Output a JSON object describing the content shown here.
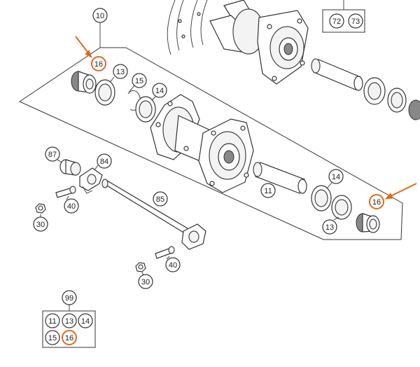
{
  "callouts": {
    "c10": "10",
    "c16_top": "16",
    "c13_top": "13",
    "c15_top": "15",
    "c14_top": "14",
    "c72": "72",
    "c73": "73",
    "c87": "87",
    "c84": "84",
    "c40_left": "40",
    "c30_left": "30",
    "c85": "85",
    "c11": "11",
    "c14_right": "14",
    "c16_right": "16",
    "c13_right": "13",
    "c40_bottom": "40",
    "c30_bottom": "30",
    "c99": "99",
    "kit_11": "11",
    "kit_13": "13",
    "kit_14": "14",
    "kit_15": "15",
    "kit_16": "16"
  },
  "colors": {
    "highlight": "#e06a1e",
    "line": "#333333",
    "background": "#ffffff"
  }
}
